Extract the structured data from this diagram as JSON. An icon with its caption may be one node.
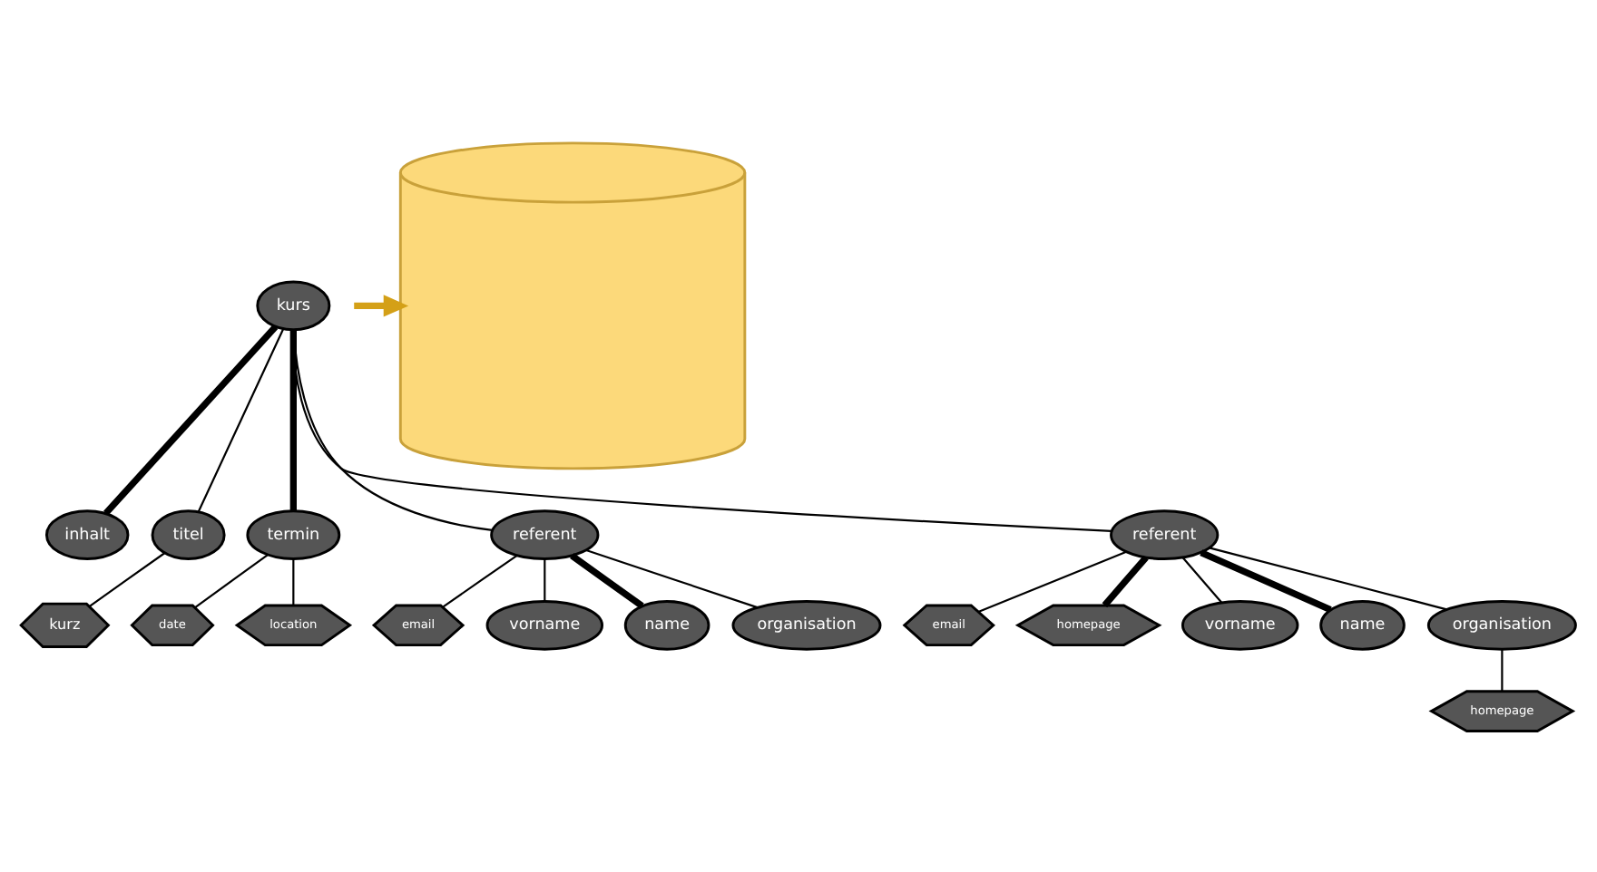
{
  "diagram": {
    "nodes": [
      {
        "text": [
          "kurs"
        ]
      },
      {
        "text": [
          "inhalt"
        ]
      },
      {
        "text": [
          "titel"
        ]
      },
      {
        "text": [
          "termin"
        ]
      },
      {
        "text": [
          "kurz"
        ]
      },
      {
        "text": [
          "date"
        ]
      },
      {
        "text": [
          "location"
        ]
      },
      {
        "text": [
          "referent"
        ]
      },
      {
        "text": [
          "email"
        ]
      },
      {
        "text": [
          "email"
        ]
      },
      {
        "text": [
          "vorname"
        ]
      },
      {
        "text": [
          "name"
        ]
      },
      {
        "text": [
          "organisation"
        ]
      },
      {
        "text": [
          "homepage"
        ]
      },
      {
        "text": [
          "referent"
        ]
      },
      {
        "text": [
          "vorname"
        ]
      },
      {
        "text": [
          "name"
        ]
      },
      {
        "text": [
          "organisation"
        ]
      },
      {
        "text": [
          "homepage"
        ]
      },
      {
        "text": [],
        "shape": "cylinder"
      }
    ],
    "edges": [
      {
        "from": 0,
        "to": 1,
        "arrow": "none",
        "style": "thick"
      },
      {
        "from": 0,
        "to": 2,
        "arrow": "none"
      },
      {
        "from": 0,
        "to": 3,
        "arrow": "none",
        "style": "thick"
      },
      {
        "from": 0,
        "to": 7,
        "arrow": "none"
      },
      {
        "from": 0,
        "to": 14,
        "arrow": "none"
      },
      {
        "from": 2,
        "to": 4,
        "arrow": "none"
      },
      {
        "from": 3,
        "to": 5,
        "arrow": "none"
      },
      {
        "from": 3,
        "to": 6,
        "arrow": "none"
      },
      {
        "from": 7,
        "to": 8,
        "arrow": "none"
      },
      {
        "from": 7,
        "to": 10,
        "arrow": "none"
      },
      {
        "from": 7,
        "to": 11,
        "arrow": "none",
        "style": "thick"
      },
      {
        "from": 7,
        "to": 12,
        "arrow": "none"
      },
      {
        "from": 14,
        "to": 9,
        "arrow": "none"
      },
      {
        "from": 14,
        "to": 13,
        "arrow": "none",
        "style": "thick"
      },
      {
        "from": 14,
        "to": 15,
        "arrow": "none"
      },
      {
        "from": 14,
        "to": 16,
        "arrow": "none",
        "style": "thick"
      },
      {
        "from": 14,
        "to": 17,
        "arrow": "none"
      },
      {
        "from": 17,
        "to": 18,
        "arrow": "none"
      },
      {
        "from": null,
        "to": 19,
        "arrow": "to",
        "style": "thick",
        "color": "#d4a017"
      }
    ]
  }
}
